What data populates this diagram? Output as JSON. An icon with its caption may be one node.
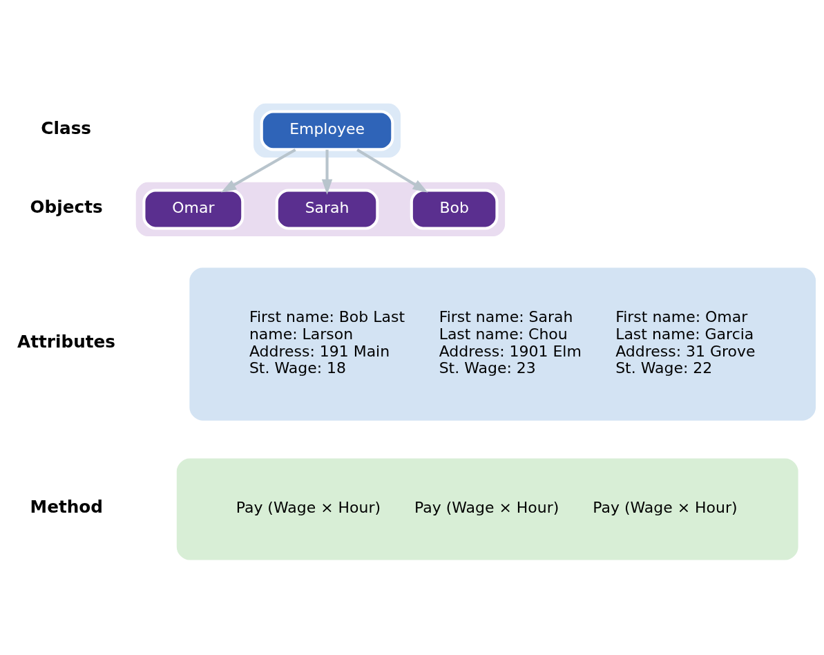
{
  "diagram": {
    "nodes": [
      {
        "text": [],
        "shape": "box"
      },
      {
        "text": [
          "Employee"
        ],
        "in": 0
      },
      {
        "text": [],
        "shape": "box"
      },
      {
        "text": [
          "Bob"
        ],
        "in": 2
      },
      {
        "text": [
          "Sarah"
        ],
        "in": 2
      },
      {
        "text": [
          "Omar"
        ],
        "in": 2
      },
      {
        "text": [
          "First name: Bob Last name: Larson Address: 191 Main St. Wage: 18",
          "First name: Sarah Last name: Chou Address: 1901 Elm St. Wage: 23",
          "First name: Omar Last name: Garcia Address: 31 Grove St. Wage: 22"
        ]
      },
      {
        "text": [
          "Pay (Wage × Hour)",
          "Pay (Wage × Hour)",
          "Pay (Wage × Hour)"
        ]
      }
    ],
    "edges": [
      {
        "from": 1,
        "to": 3,
        "arrow": "to"
      },
      {
        "from": 1,
        "to": 4,
        "arrow": "to"
      },
      {
        "from": 1,
        "to": 5,
        "arrow": "to"
      }
    ],
    "labels": [
      "Class",
      "Objects",
      "Attributes",
      "Method"
    ]
  }
}
